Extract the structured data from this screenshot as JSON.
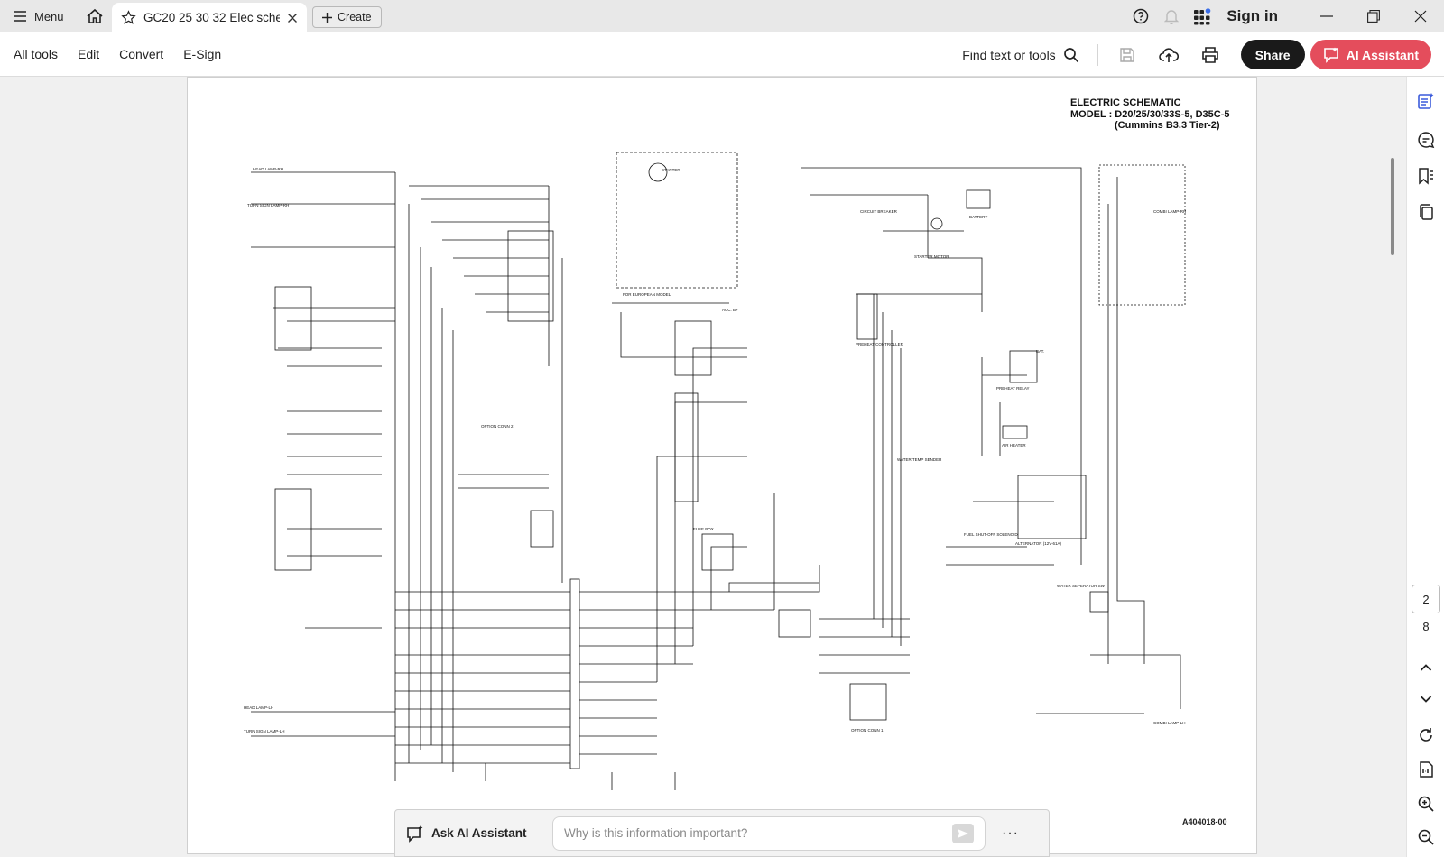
{
  "titlebar": {
    "menu_label": "Menu",
    "tab_title": "GC20 25 30 32 Elec sche...",
    "create_label": "Create",
    "sign_in_label": "Sign in"
  },
  "toolbar": {
    "menus": [
      "All tools",
      "Edit",
      "Convert",
      "E-Sign"
    ],
    "find_label": "Find text or tools",
    "share_label": "Share",
    "ai_assistant_label": "AI Assistant"
  },
  "document": {
    "title_line1": "ELECTRIC SCHEMATIC",
    "title_line2": "MODEL : D20/25/30/33S-5, D35C-5",
    "title_line3": "(Cummins B3.3 Tier-2)",
    "doc_code": "A404018-00",
    "labels": {
      "for_european_model": "FOR EUROPEAN MODEL",
      "starter_motor": "STARTER MOTOR",
      "battery": "BATTERY",
      "circuit_breaker": "CIRCUIT BREAKER",
      "preheat_controller": "PREHEAT CONTROLLER",
      "preheat_relay": "PREHEAT RELAY",
      "air_heater": "AIR HEATER",
      "water_temp_sender": "WATER TEMP SENDER",
      "alternator": "ALTERNATOR (12V-61A)",
      "fuse_box": "FUSE BOX",
      "option_conn_2": "OPTION CONN 2",
      "option_conn_1": "OPTION CONN 1",
      "water_separator_sw": "WATER SEPERATOR SW",
      "fuel_shutoff_solenoid": "FUEL SHUT-OFF SOLENOID",
      "head_lamp_rh": "HEAD LAMP-RH",
      "head_lamp_lh": "HEAD LAMP-LH",
      "turn_sign_lamp_rh": "TURN SIGN LAMP-RH",
      "turn_sign_lamp_lh": "TURN SIGN LAMP-LH",
      "combi_lamp_rh": "COMBI LAMP-RH",
      "combi_lamp_lh": "COMBI LAMP-LH",
      "starter": "STARTER",
      "bat": "BAT.",
      "acc_b": "ACC. B+"
    }
  },
  "page_nav": {
    "current_page": "2",
    "total_pages": "8"
  },
  "ai_bar": {
    "label": "Ask AI Assistant",
    "placeholder": "Why is this information important?",
    "more": "···"
  },
  "colors": {
    "accent_ai": "#e44d5c",
    "share_bg": "#1a1a1a",
    "rail_active": "#3b5bdb"
  }
}
